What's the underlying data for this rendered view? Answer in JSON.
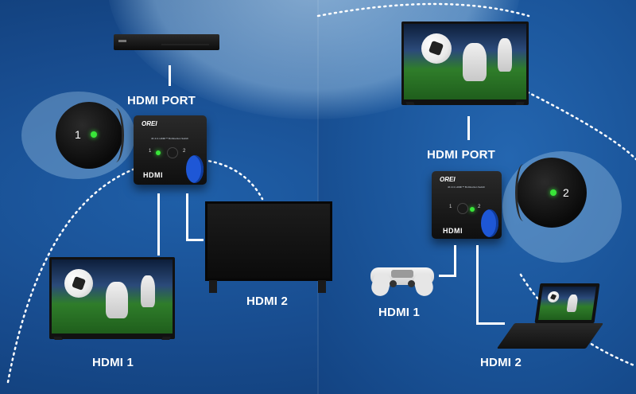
{
  "labels": {
    "left_port": "HDMI PORT",
    "left_in1": "HDMI 1",
    "left_in2": "HDMI 2",
    "right_port": "HDMI PORT",
    "right_in1": "HDMI 1",
    "right_in2": "HDMI 2"
  },
  "switch": {
    "brand": "OREI",
    "model_text": "4K 2×1 HDMI™ Bi-Direction Switch",
    "logo": "HDMI",
    "port1": "1",
    "port2": "2"
  },
  "left_knob": {
    "number": "1"
  },
  "right_knob": {
    "number": "2"
  },
  "colors": {
    "background": "#174a8c",
    "glow": "#aacdeb",
    "led": "#39e639",
    "dial": "#1e57d6",
    "text": "#ffffff"
  },
  "icons": [
    "blu-ray-player",
    "tv",
    "monitor",
    "hdmi-switch",
    "gamepad",
    "laptop"
  ]
}
